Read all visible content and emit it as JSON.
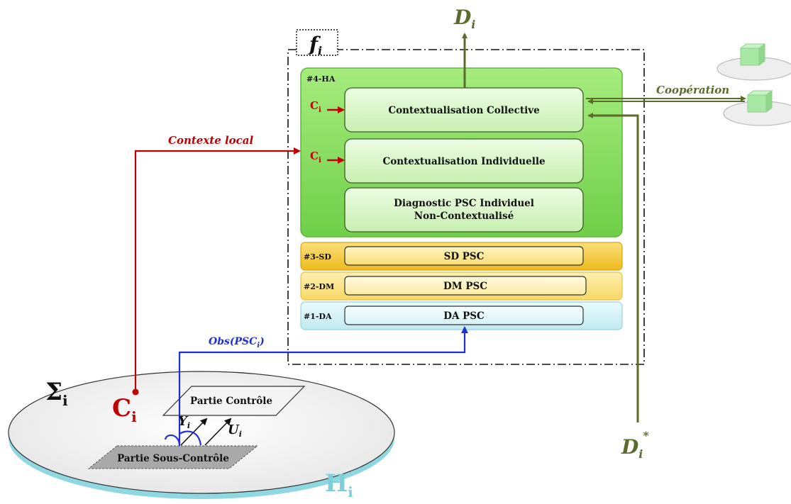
{
  "labels": {
    "d_out": "D",
    "d_out_sub": "i",
    "f_label": "f",
    "f_label_sub": "i",
    "cooperation": "Coopération",
    "contexte_local": "Contexte local",
    "obs_main": "Obs(PSC",
    "obs_sub": "i",
    "obs_close": ")",
    "d_star": "D",
    "d_star_sub": "i",
    "d_star_sup": "*",
    "sigma": "Σ",
    "sigma_sub": "i",
    "c_big": "C",
    "c_big_sub": "i",
    "h_big": "H",
    "h_big_sub": "i",
    "y": "Y",
    "y_sub": "i",
    "u": "U",
    "u_sub": "i",
    "c_small": "C",
    "c_small_sub": "i"
  },
  "layers": {
    "ha": {
      "tag": "#4-HA"
    },
    "sd": {
      "tag": "#3-SD",
      "box": "SD PSC"
    },
    "dm": {
      "tag": "#2-DM",
      "box": "DM PSC"
    },
    "da": {
      "tag": "#1-DA",
      "box": "DA PSC"
    }
  },
  "ha_boxes": {
    "collective": "Contextualisation Collective",
    "individual": "Contextualisation Individuelle",
    "diag_line1": "Diagnostic PSC Individuel",
    "diag_line2": "Non-Contextualisé"
  },
  "parts": {
    "control": "Partie Contrôle",
    "under_control": "Partie Sous-Contrôle"
  },
  "colors": {
    "ha_green": "#7ed957",
    "box_green": "#d9f7c8",
    "sd_orange": "#f5cf45",
    "dm_yellow": "#fbe78d",
    "da_cyan": "#d6f3f7",
    "olive": "#5b6b2e",
    "red": "#c00000",
    "blue": "#1f2fd6",
    "teal": "#7ecfd9"
  }
}
